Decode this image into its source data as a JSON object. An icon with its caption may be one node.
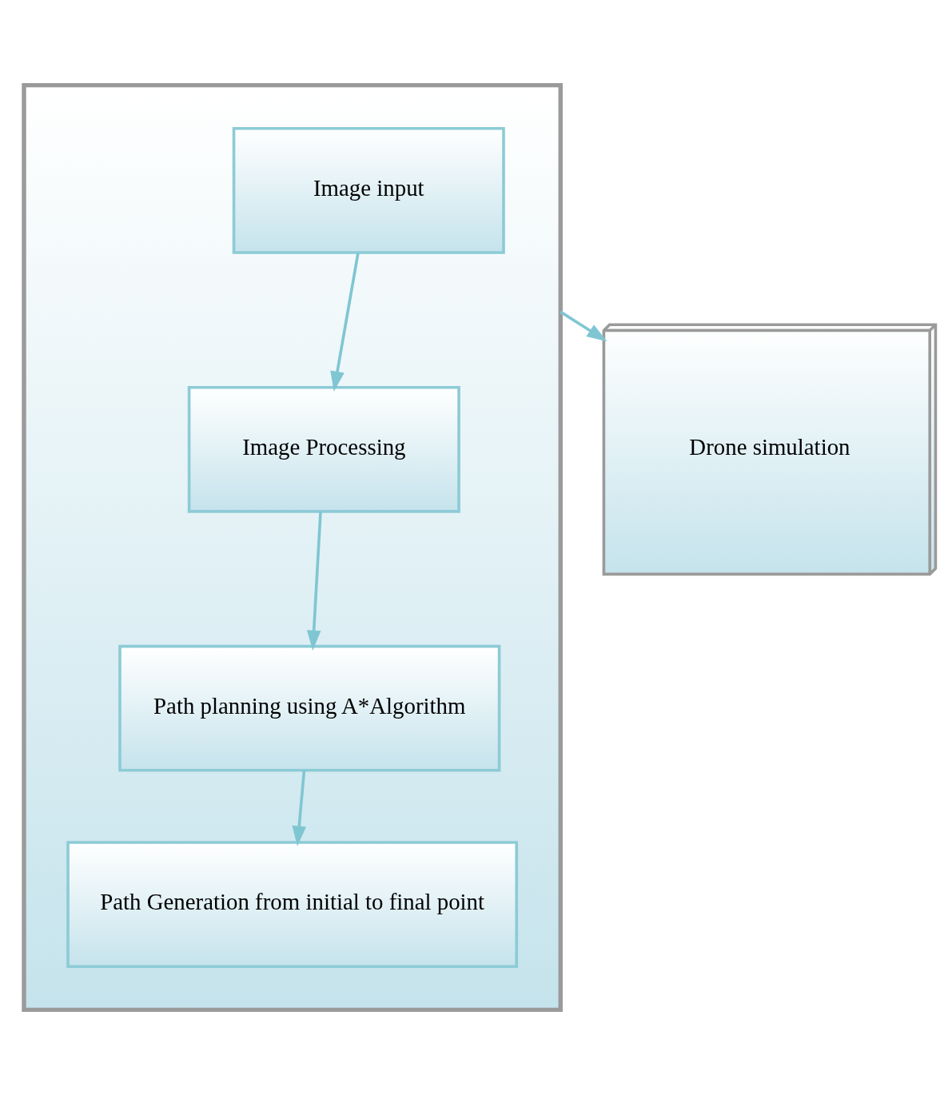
{
  "diagram": {
    "nodes": [
      {
        "text": [],
        "shape": "box"
      },
      {
        "text": [
          "Image input"
        ],
        "in": 0
      },
      {
        "text": [
          "Image Processing"
        ],
        "in": 0
      },
      {
        "text": [
          "Path planning using A*Algorithm"
        ],
        "in": 0
      },
      {
        "text": [
          "Path Generation from initial to final point"
        ],
        "in": 0
      },
      {
        "text": [
          "Drone simulation"
        ]
      }
    ],
    "edges": [
      {
        "from": 1,
        "to": 2,
        "arrow": "to"
      },
      {
        "from": 2,
        "to": 3,
        "arrow": "to"
      },
      {
        "from": 3,
        "to": 4,
        "arrow": "to"
      },
      {
        "from": 0,
        "to": 5,
        "arrow": "to"
      }
    ]
  }
}
